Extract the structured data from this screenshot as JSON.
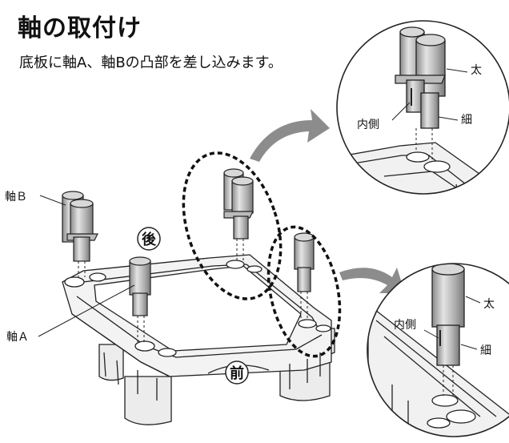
{
  "title": "軸の取付け",
  "subtitle": "底板に軸A、軸Bの凸部を差し込みます。",
  "labels": {
    "axis_b": "軸Ｂ",
    "axis_a": "軸Ａ",
    "back": "後",
    "front": "前",
    "thick_top": "太",
    "thin_top": "細",
    "inner_top": "内側",
    "thick_bottom": "太",
    "thin_bottom": "細",
    "inner_bottom": "内側"
  }
}
